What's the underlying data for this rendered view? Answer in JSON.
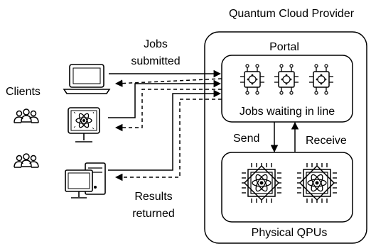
{
  "provider_title": "Quantum Cloud Provider",
  "portal_title": "Portal",
  "queue_label": "Jobs waiting in line",
  "qpu_label": "Physical QPUs",
  "clients_label": "Clients",
  "jobs_label_line1": "Jobs",
  "jobs_label_line2": "submitted",
  "results_label_line1": "Results",
  "results_label_line2": "returned",
  "send_label": "Send",
  "receive_label": "Receive",
  "icons": {
    "laptop": "laptop-icon",
    "quantum_monitor": "quantum-computer-monitor-icon",
    "desktop": "desktop-pc-icon",
    "user_group": "user-group-icon",
    "job_chip": "circuit-chip-icon",
    "qpu": "qpu-processor-icon"
  },
  "colors": {
    "stroke": "#000000",
    "background": "#ffffff"
  }
}
